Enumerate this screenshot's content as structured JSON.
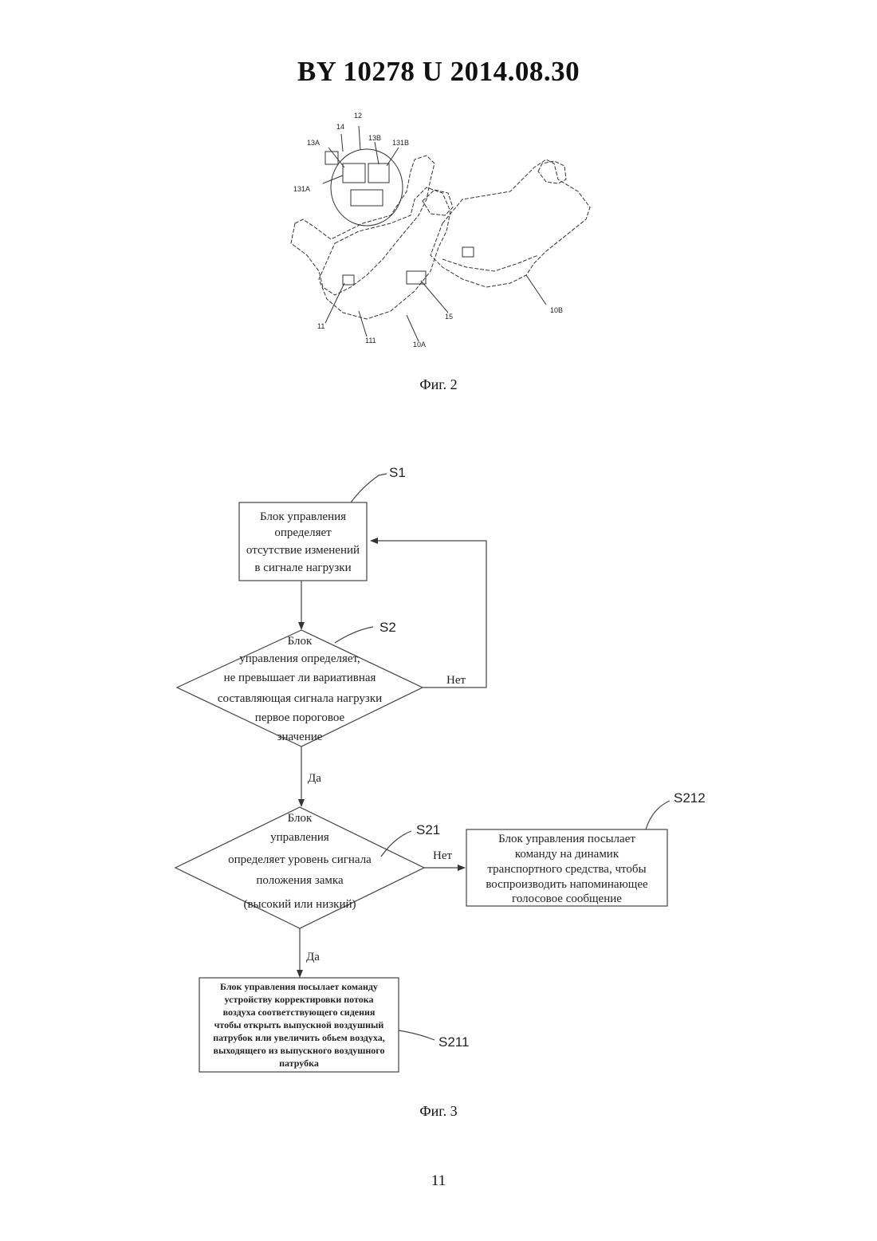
{
  "header": {
    "title": "BY  10278  U  2014.08.30"
  },
  "figure2": {
    "caption": "Фиг. 2",
    "labels": [
      "14",
      "12",
      "13A",
      "13B",
      "131B",
      "131A",
      "11",
      "111",
      "10A",
      "15",
      "10B"
    ]
  },
  "figure3": {
    "caption": "Фиг. 3",
    "steps": {
      "s1": {
        "id": "S1",
        "lines": [
          "Блок управления",
          "определяет",
          "отсутствие изменений",
          "в сигнале нагрузки"
        ]
      },
      "s2": {
        "id": "S2",
        "lines": [
          "Блок",
          "управления определяет,",
          "не превышает ли вариативная",
          "составляющая сигнала нагрузки",
          "первое пороговое",
          "значение"
        ]
      },
      "s21": {
        "id": "S21",
        "lines": [
          "Блок",
          "управления",
          "определяет уровень сигнала",
          "положения замка",
          "(высокий или низкий)"
        ]
      },
      "s212": {
        "id": "S212",
        "lines": [
          "Блок управления посылает",
          "команду на динамик",
          "транспортного средства, чтобы",
          "воспроизводить напоминающее",
          "голосовое сообщение"
        ]
      },
      "s211": {
        "id": "S211",
        "lines": [
          "Блок управления посылает команду",
          "устройству корректировки потока",
          "воздуха соответствующего сидения",
          "чтобы открыть выпускной воздушный",
          "патрубок или увеличить обьем воздуха,",
          "выходящего из выпускного воздушного",
          "патрубка"
        ]
      }
    },
    "edges": {
      "s2_no": "Нет",
      "s2_yes": "Да",
      "s21_no": "Нет",
      "s21_yes": "Да"
    }
  },
  "page_number": "11"
}
